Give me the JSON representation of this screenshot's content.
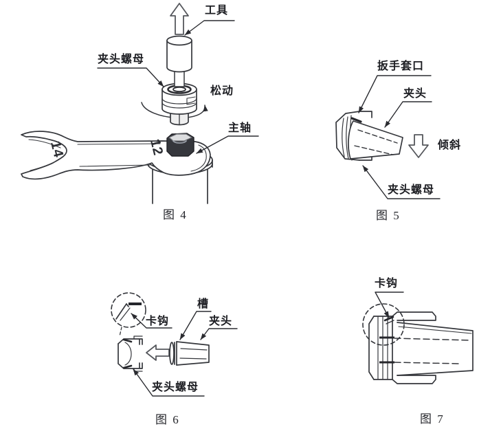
{
  "page": {
    "background": "#ffffff",
    "ink": "#34363b",
    "label_ink": "#1c1d22"
  },
  "fig4": {
    "caption": "图 4",
    "labels": {
      "tool": "工具",
      "collet_nut": "夹头螺母",
      "loosen": "松动",
      "spindle": "主轴"
    },
    "wrench": {
      "size_left": "14",
      "size_right": "12"
    }
  },
  "fig5": {
    "caption": "图 5",
    "labels": {
      "wrench_socket": "扳手套口",
      "collet": "夹头",
      "tilt": "倾斜",
      "collet_nut": "夹头螺母"
    }
  },
  "fig6": {
    "caption": "图 6",
    "labels": {
      "hook": "卡钩",
      "groove": "槽",
      "collet": "夹头",
      "collet_nut": "夹头螺母"
    }
  },
  "fig7": {
    "caption": "图 7",
    "labels": {
      "hook": "卡钩"
    }
  }
}
